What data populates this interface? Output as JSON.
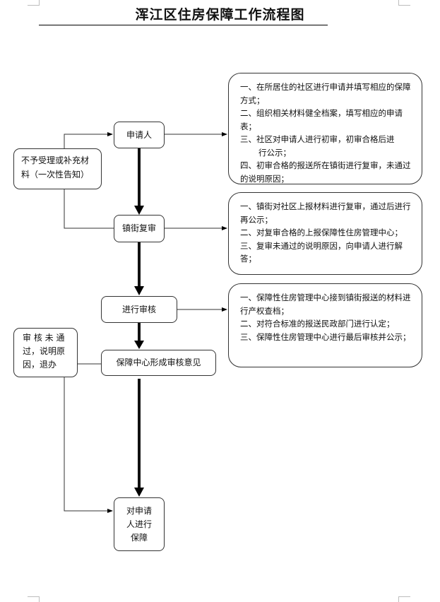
{
  "title": "浑江区住房保障工作流程图",
  "main_flow": [
    {
      "id": "applicant",
      "label": "申请人"
    },
    {
      "id": "street-review",
      "label": "镇街复审"
    },
    {
      "id": "audit",
      "label": "进行审核"
    },
    {
      "id": "center-opinion",
      "label": "保障中心形成审核意见"
    },
    {
      "id": "provide-housing",
      "label": "对申请人进行保障",
      "lines": [
        "对申请",
        "人进行",
        "保障"
      ]
    }
  ],
  "side_nodes": {
    "reject_supplement": "不予受理或补充材料（一次性告知）",
    "reject_supplement_lines": [
      "不予受理或补充材",
      "料（一次性告知）"
    ],
    "audit_failed": "审核未通过，说明原因，退办",
    "audit_failed_lines": [
      "审 核 未 通",
      "过，说明原",
      "因，退办"
    ]
  },
  "notes": {
    "applicant_steps": [
      {
        "text": "一、在所居住的社区进行申请并填写相应的保障方式；"
      },
      {
        "text": "二、组织相关材料健全档案，填写相应的申请表；"
      },
      {
        "text": "三、社区对申请人进行初审，初审合格后进",
        "cont": "行公示；"
      },
      {
        "text": "四、初审合格的报送所在镇街进行复审，未通过的说明原因；"
      }
    ],
    "street_steps": [
      {
        "text": "一、镇街对社区上报材料进行复审，通过后进行再公示；"
      },
      {
        "text": "二、对复审合格的上报保障性住房管理中心；"
      },
      {
        "text": "三、复审未通过的说明原因，向申请人进行解答；"
      }
    ],
    "audit_steps": [
      {
        "text": "一、保障性住房管理中心接到镇街报送的材料进行产权查档；"
      },
      {
        "text": "二、对符合标准的报送民政部门进行认定；"
      },
      {
        "text": "三、保障性住房管理中心进行最后审核并公示；"
      }
    ]
  }
}
